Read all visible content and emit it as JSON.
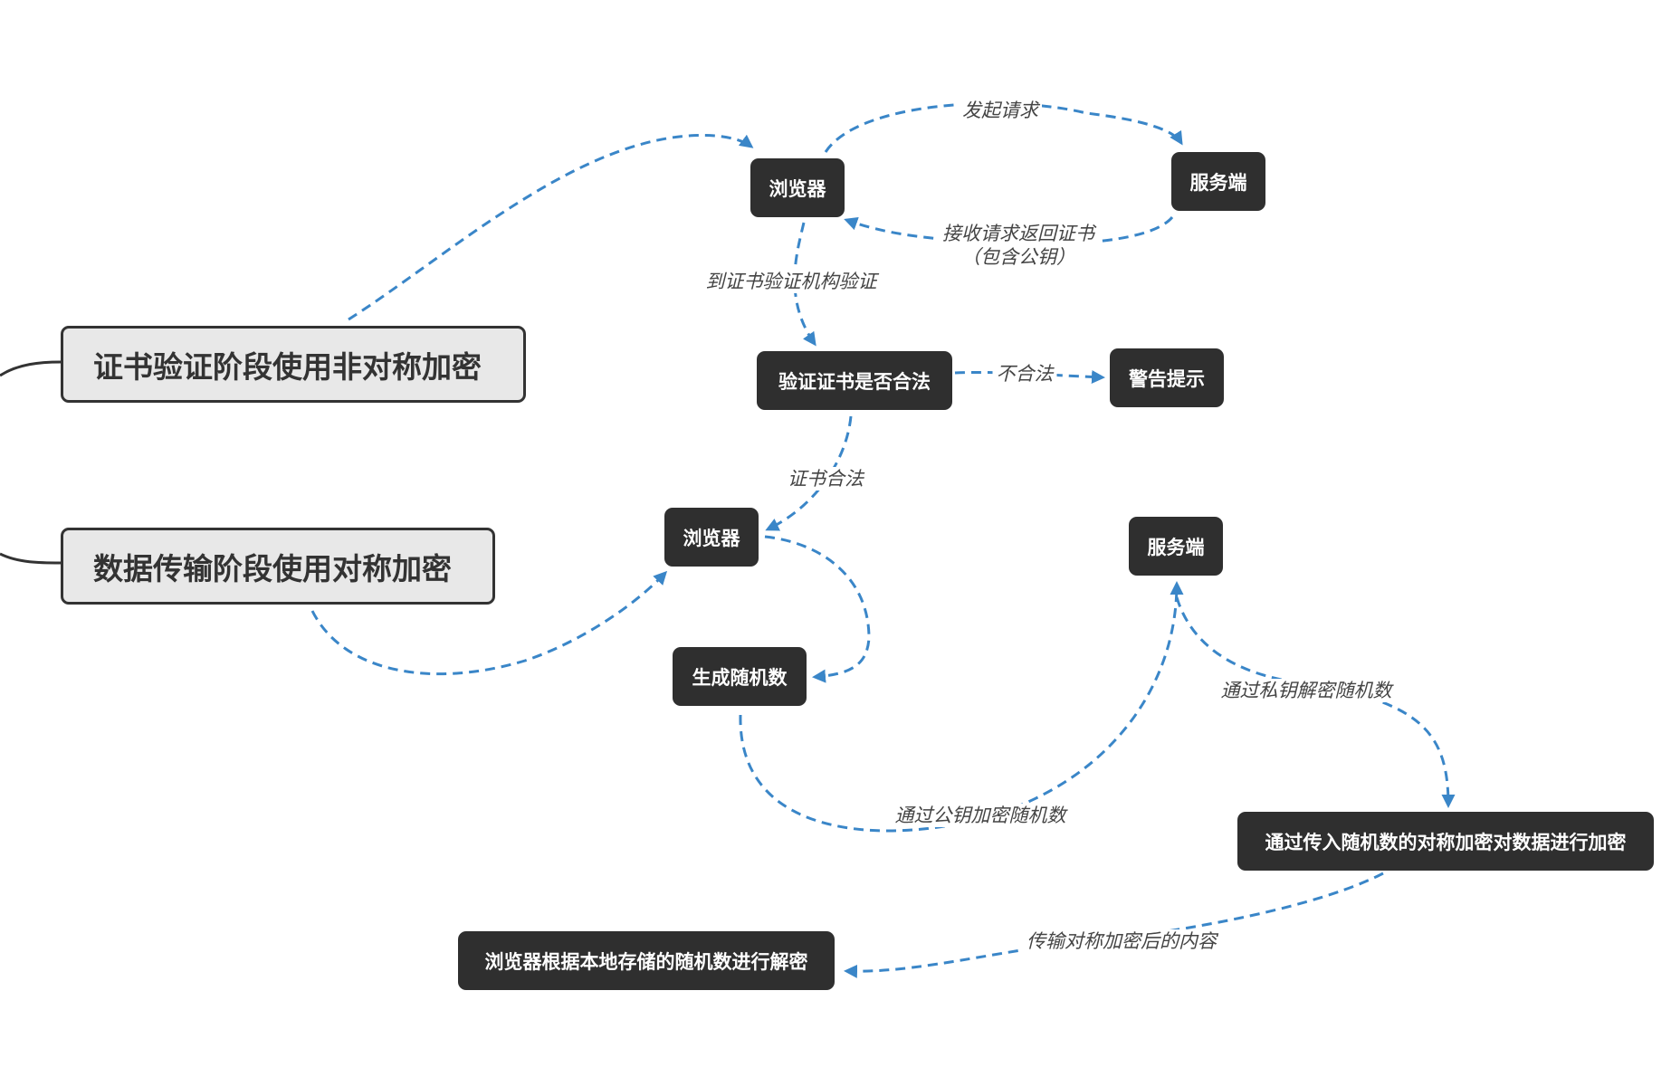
{
  "topics": {
    "cert_phase": "证书验证阶段使用非对称加密",
    "data_phase": "数据传输阶段使用对称加密"
  },
  "nodes": {
    "browser_1": "浏览器",
    "server_1": "服务端",
    "verify_cert": "验证证书是否合法",
    "warning": "警告提示",
    "browser_2": "浏览器",
    "server_2": "服务端",
    "gen_random": "生成随机数",
    "sym_encrypt": "通过传入随机数的对称加密对数据进行加密",
    "browser_decrypt": "浏览器根据本地存储的随机数进行解密"
  },
  "edge_labels": {
    "send_request": "发起请求",
    "receive_cert_line1": "接收请求返回证书",
    "receive_cert_line2": "（包含公钥）",
    "verify_at_ca": "到证书验证机构验证",
    "illegal": "不合法",
    "cert_valid": "证书合法",
    "pubkey_encrypt": "通过公钥加密随机数",
    "privkey_decrypt": "通过私钥解密随机数",
    "transfer": "传输对称加密后的内容"
  },
  "colors": {
    "edge": "#3a86c8",
    "node_bg": "#2f2f2f",
    "topic_bg": "#e8e8e8",
    "topic_border": "#333333"
  }
}
